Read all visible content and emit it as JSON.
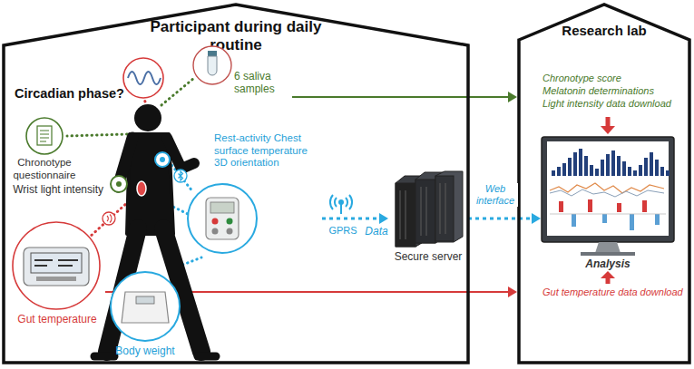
{
  "diagram": {
    "nodes": [
      {
        "text": [
          "Participant during daily routine"
        ]
      },
      {
        "text": [
          "Research lab"
        ]
      },
      {
        "text": [
          "Chronotype questionnaire"
        ],
        "in": 0
      },
      {
        "text": [
          "6 saliva samples"
        ],
        "in": 0
      },
      {
        "text": [
          "Rest-activity Chest surface temperature 3D orientation"
        ],
        "in": 0
      },
      {
        "text": [
          "Gut temperature"
        ],
        "in": 0
      },
      {
        "text": [
          "Body weight"
        ],
        "in": 0
      },
      {
        "text": [
          "Secure server"
        ],
        "in": 0
      },
      {
        "text": [
          "Analysis"
        ],
        "in": 1
      }
    ],
    "edges": [
      {
        "from": 3,
        "to": 1,
        "arrow": "to"
      },
      {
        "from": 4,
        "to": 7,
        "label": "Data",
        "arrow": "to"
      },
      {
        "from": 7,
        "to": 8,
        "label": "Web interface",
        "arrow": "to"
      },
      {
        "from": 5,
        "to": 1,
        "arrow": "to"
      },
      {
        "from": 6,
        "to": 4,
        "arrow": "none"
      }
    ],
    "labels": [
      "Circadian phase?",
      "Wrist light intensity",
      "GPRS",
      "Chronotype score",
      "Melatonin determinations",
      "Light intensity data download",
      "Gut temperature data download"
    ]
  }
}
